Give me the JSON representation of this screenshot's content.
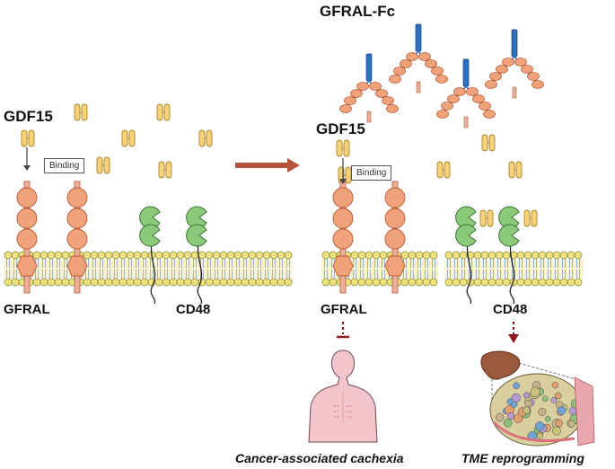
{
  "labels": {
    "gfral_fc": "GFRAL-Fc",
    "gdf15_left": "GDF15",
    "gdf15_right": "GDF15",
    "binding_left": "Binding",
    "binding_right": "Binding",
    "gfral_left": "GFRAL",
    "cd48_left": "CD48",
    "gfral_right": "GFRAL",
    "cd48_right": "CD48",
    "cachexia": "Cancer-associated cachexia",
    "tme": "TME reprogramming"
  },
  "colors": {
    "receptor_bead": "#f0a37a",
    "receptor_outline": "#b55a36",
    "stem": "#e8b09a",
    "gdf15_fill": "#f7d27a",
    "cd48_fill": "#8cc97a",
    "membrane_head": "#ece27e",
    "membrane_tail": "#8fb4cf",
    "fc_blue": "#2f6fbf",
    "arrow_main": "#b5533a",
    "inhibit_red": "#8b1a1a",
    "body_pink": "#f3c6cd"
  }
}
